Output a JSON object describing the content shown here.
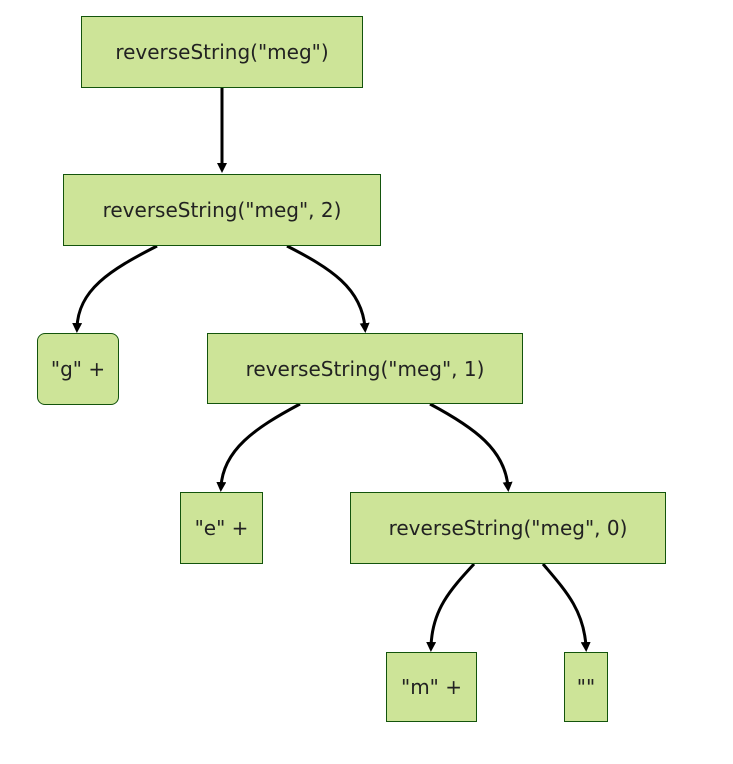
{
  "nodes": {
    "root": "reverseString(\"meg\")",
    "call2": "reverseString(\"meg\", 2)",
    "g": "\"g\" +",
    "call1": "reverseString(\"meg\", 1)",
    "e": "\"e\" +",
    "call0": "reverseString(\"meg\", 0)",
    "m": "\"m\" +",
    "empty": "\"\""
  },
  "colors": {
    "node_fill": "#cde498",
    "node_border": "#13540c",
    "edge": "#000000"
  }
}
